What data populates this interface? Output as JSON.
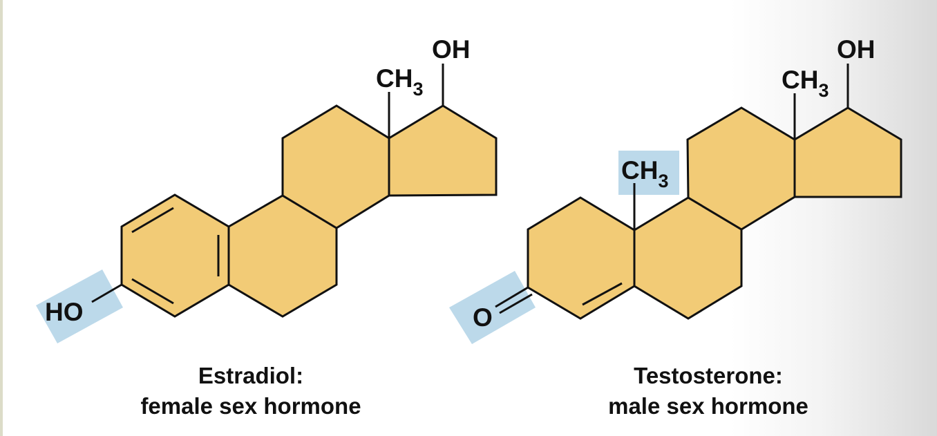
{
  "colors": {
    "ring_fill": "#f2cb76",
    "highlight": "#bcd9ea",
    "bond": "#111111"
  },
  "estradiol": {
    "title": "Estradiol:",
    "subtitle": "female sex hormone",
    "labels": {
      "hydroxyl_top": "OH",
      "methyl": "CH",
      "methyl_sub": "3",
      "hydroxyl_highlighted": "HO"
    }
  },
  "testosterone": {
    "title": "Testosterone:",
    "subtitle": "male sex hormone",
    "labels": {
      "hydroxyl_top": "OH",
      "methyl_top": "CH",
      "methyl_top_sub": "3",
      "methyl_highlighted": "CH",
      "methyl_highlighted_sub": "3",
      "carbonyl_highlighted": "O"
    }
  }
}
